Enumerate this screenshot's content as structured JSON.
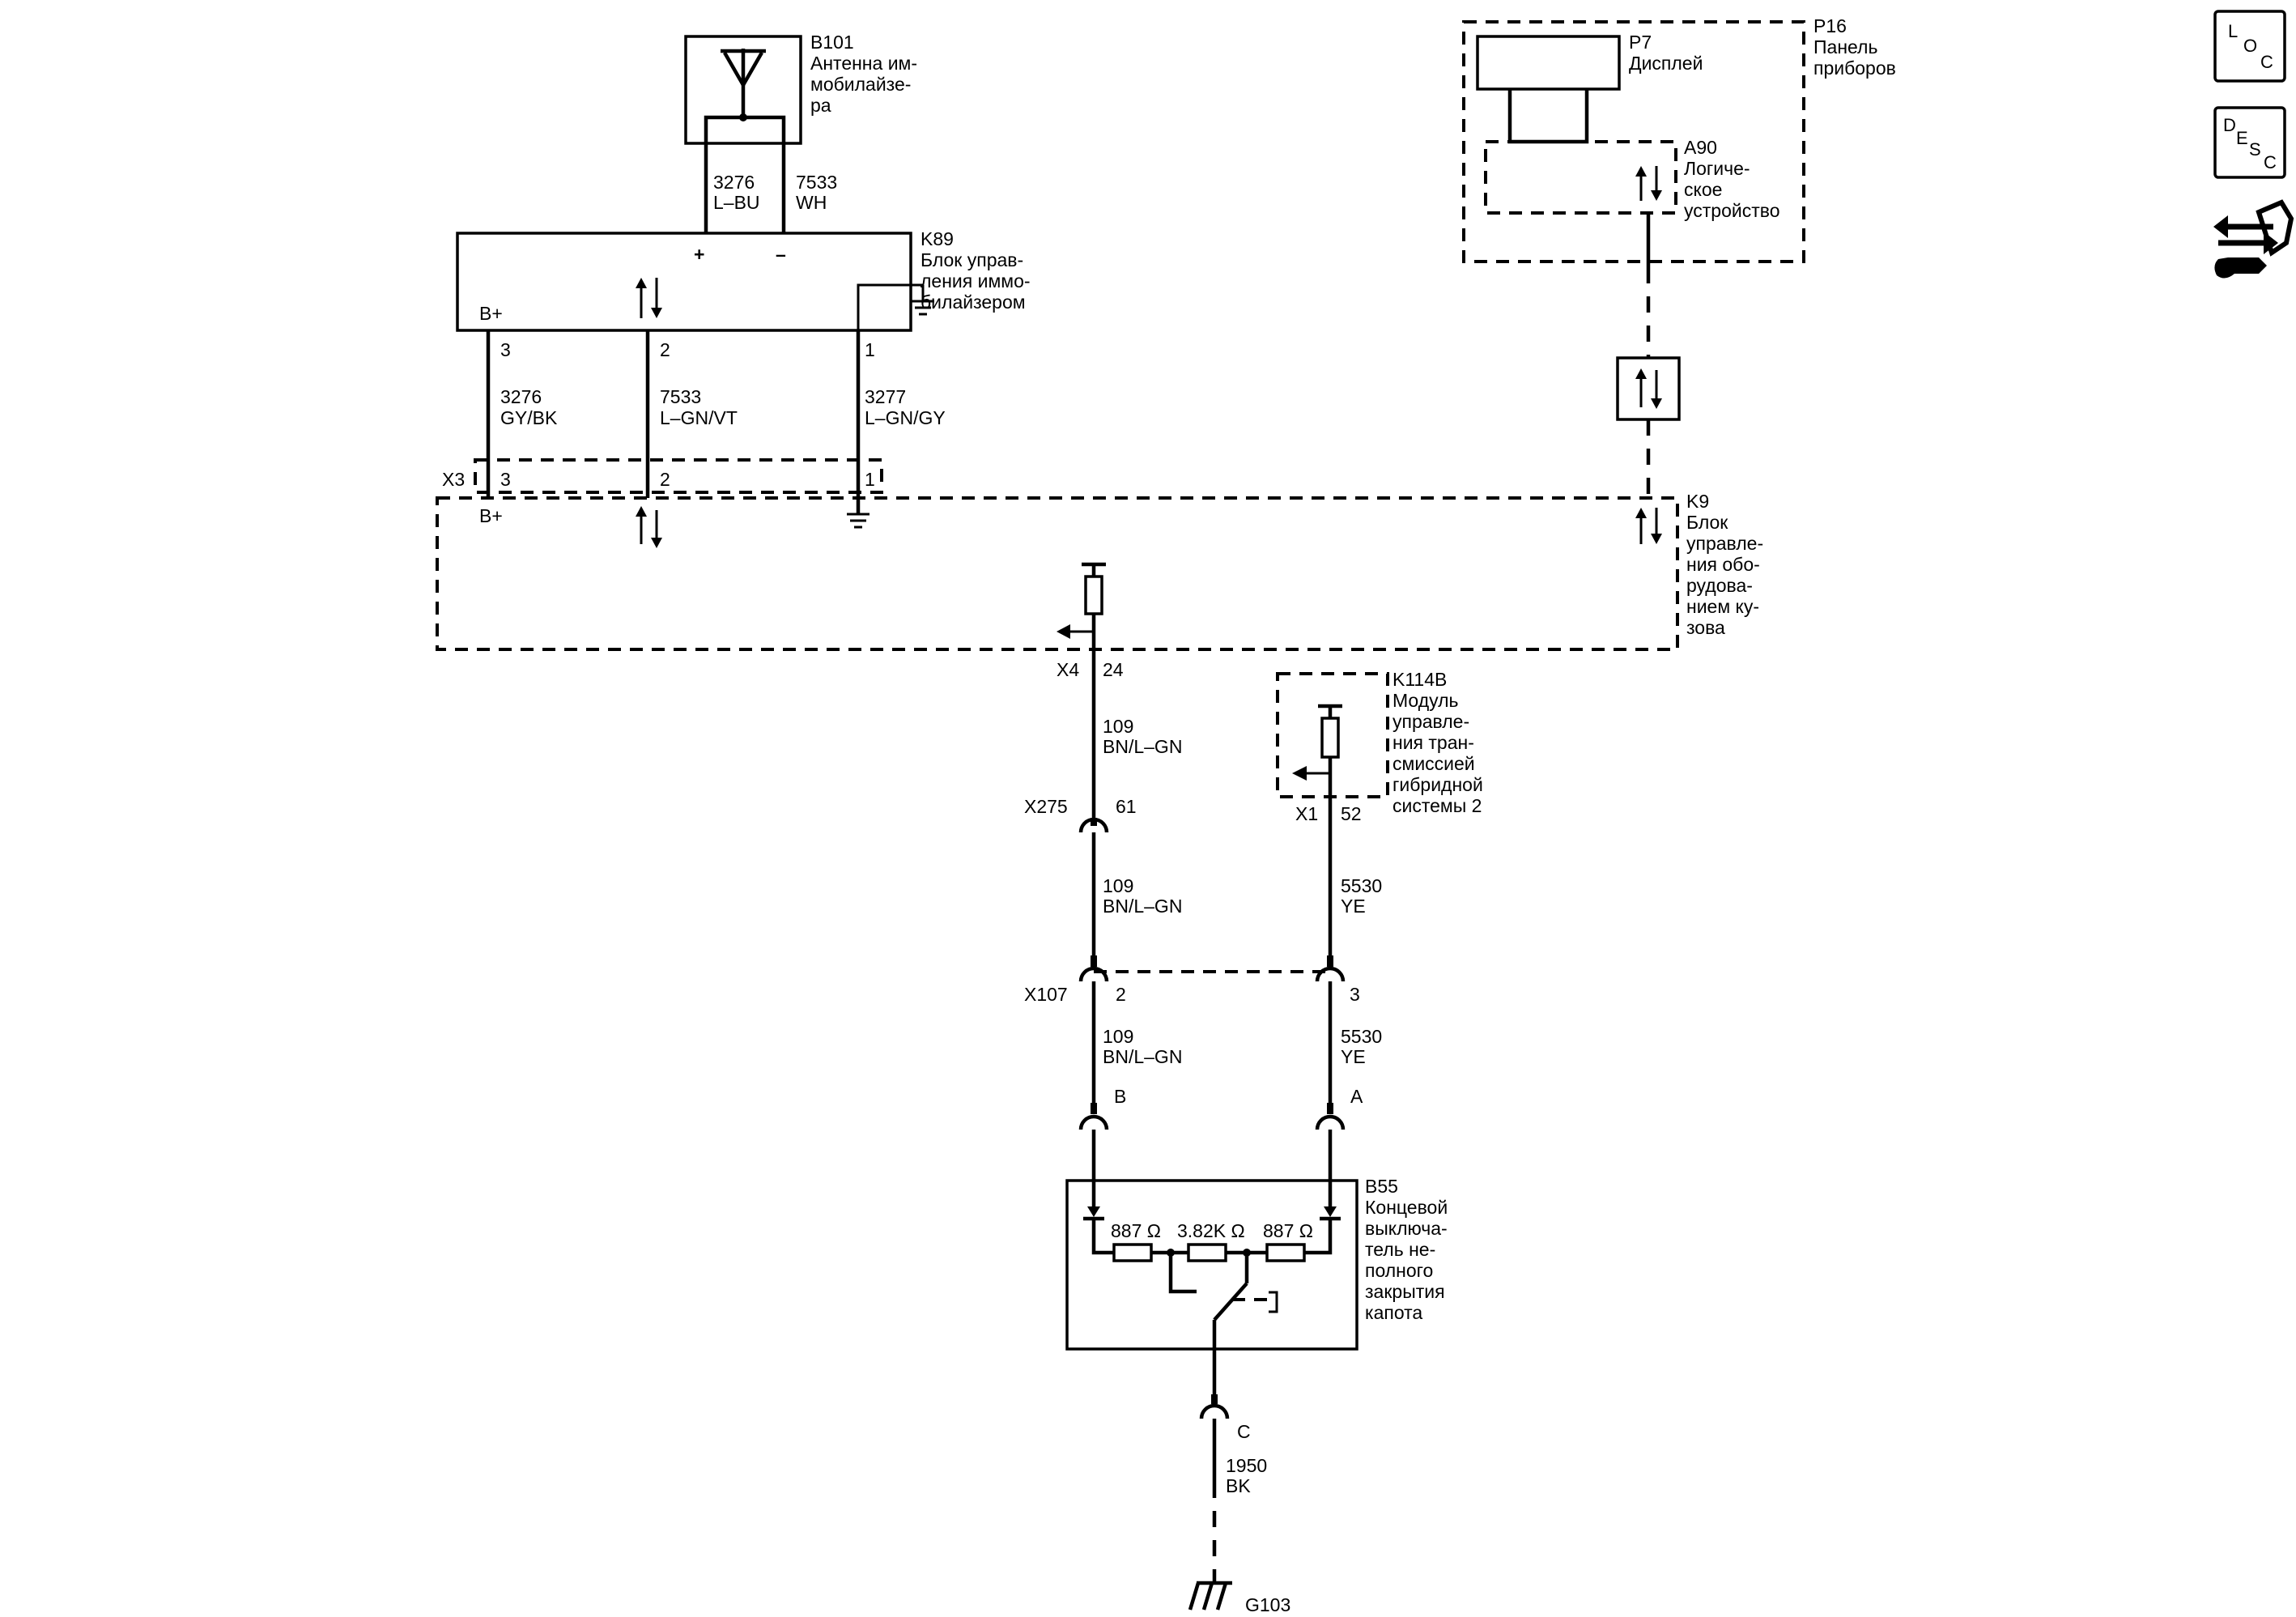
{
  "components": {
    "b101": {
      "ref": "B101",
      "name_lines": [
        "Антенна им-",
        "мобилайзе-",
        "ра"
      ]
    },
    "k89": {
      "ref": "K89",
      "name_lines": [
        "Блок управ-",
        "ления иммо-",
        "билайзером"
      ]
    },
    "p16": {
      "ref": "P16",
      "name_lines": [
        "Панель",
        "приборов"
      ]
    },
    "p7": {
      "ref": "P7",
      "name_lines": [
        "Дисплей"
      ]
    },
    "a90": {
      "ref": "A90",
      "name_lines": [
        "Логиче-",
        "ское",
        "устройство"
      ]
    },
    "k9": {
      "ref": "K9",
      "name_lines": [
        "Блок",
        "управле-",
        "ния обо-",
        "рудова-",
        "нием ку-",
        "зова"
      ]
    },
    "k114b": {
      "ref": "K114B",
      "name_lines": [
        "Модуль",
        "управле-",
        "ния тран-",
        "смиссией",
        "гибридной",
        "системы 2"
      ]
    },
    "b55": {
      "ref": "B55",
      "name_lines": [
        "Концевой",
        "выключа-",
        "тель не-",
        "полного",
        "закрытия",
        "капота"
      ]
    },
    "g103": {
      "ref": "G103"
    }
  },
  "k89_terminals": {
    "plus": "+",
    "minus": "–",
    "bplus": "B+"
  },
  "k9_terminals": {
    "bplus": "B+"
  },
  "wires": {
    "b101_k89_pos": {
      "circuit": "3276",
      "color": "L–BU"
    },
    "b101_k89_neg": {
      "circuit": "7533",
      "color": "WH"
    },
    "k89_pin3": {
      "circuit": "3276",
      "color": "GY/BK"
    },
    "k89_pin2": {
      "circuit": "7533",
      "color": "L–GN/VT"
    },
    "k89_pin1": {
      "circuit": "3277",
      "color": "L–GN/GY"
    },
    "k9_x275": {
      "circuit": "109",
      "color": "BN/L–GN"
    },
    "x275_x107": {
      "circuit": "109",
      "color": "BN/L–GN"
    },
    "x107_b55_b": {
      "circuit": "109",
      "color": "BN/L–GN"
    },
    "k114b_x107": {
      "circuit": "5530",
      "color": "YE"
    },
    "x107_b55_a": {
      "circuit": "5530",
      "color": "YE"
    },
    "b55_g103": {
      "circuit": "1950",
      "color": "BK"
    }
  },
  "pins": {
    "k89_3": "3",
    "k89_2": "2",
    "k89_1": "1",
    "x3_3": "3",
    "x3_2": "2",
    "x3_1": "1",
    "x4_24": "24",
    "x275_61": "61",
    "x1_52": "52",
    "x107_2": "2",
    "x107_3": "3",
    "b55_b": "B",
    "b55_a": "A",
    "b55_c": "C"
  },
  "connectors": {
    "x3": "X3",
    "x4": "X4",
    "x275": "X275",
    "x1": "X1",
    "x107": "X107"
  },
  "resistors": {
    "r1": "887 Ω",
    "r2": "3.82K Ω",
    "r3": "887 Ω"
  },
  "icons": {
    "loc": {
      "name": "loc-icon",
      "letters": [
        "L",
        "O",
        "C"
      ]
    },
    "desc": {
      "name": "desc-icon",
      "letters": [
        "D",
        "E",
        "S",
        "C"
      ]
    },
    "service": {
      "name": "service-tool-icon"
    }
  }
}
